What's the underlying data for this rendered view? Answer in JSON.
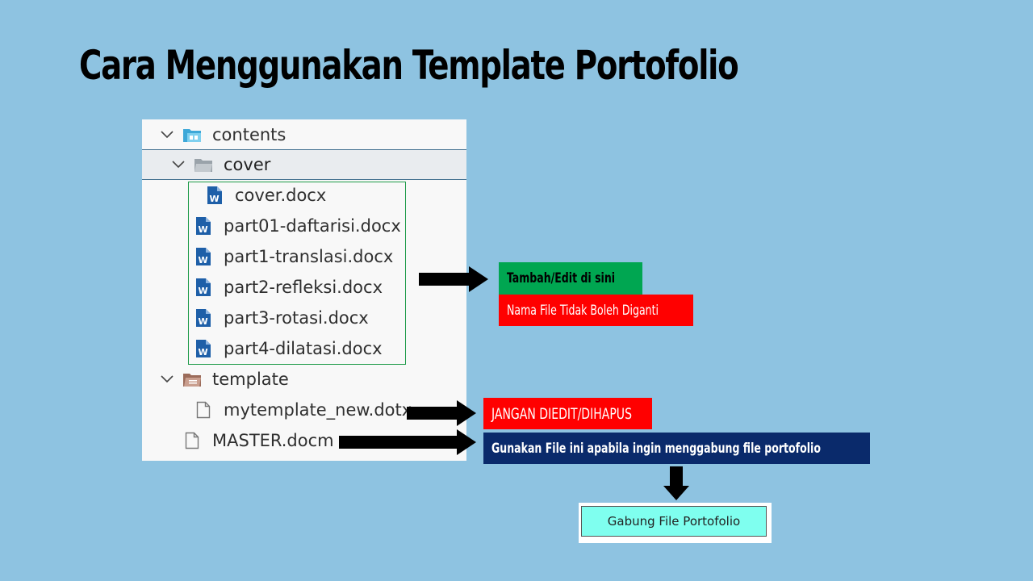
{
  "slide": {
    "title": "Cara Menggunakan Template Portofolio",
    "background_color": "#8ec3e1"
  },
  "explorer": {
    "items": [
      {
        "label": "contents",
        "icon": "folder-open-icon",
        "expanded": true
      },
      {
        "label": "cover",
        "icon": "folder-open-icon",
        "expanded": true,
        "selected": true
      },
      {
        "label": "cover.docx",
        "icon": "word-document-icon"
      },
      {
        "label": "part01-daftarisi.docx",
        "icon": "word-document-icon"
      },
      {
        "label": "part1-translasi.docx",
        "icon": "word-document-icon"
      },
      {
        "label": "part2-refleksi.docx",
        "icon": "word-document-icon"
      },
      {
        "label": "part3-rotasi.docx",
        "icon": "word-document-icon"
      },
      {
        "label": "part4-dilatasi.docx",
        "icon": "word-document-icon"
      },
      {
        "label": "template",
        "icon": "folder-open-icon",
        "expanded": true
      },
      {
        "label": "mytemplate_new.dotx",
        "icon": "file-icon"
      },
      {
        "label": "MASTER.docm",
        "icon": "file-icon"
      }
    ]
  },
  "annotations": {
    "edit_here": "Tambah/Edit  di sini",
    "no_rename": "Nama File Tidak Boleh Diganti",
    "do_not_edit": "JANGAN DIEDIT/DIHAPUS",
    "use_to_merge": "Gunakan File ini apabila ingin menggabung file portofolio"
  },
  "merge_button": {
    "label": "Gabung File Portofolio"
  },
  "colors": {
    "green_tag": "#00a651",
    "red_tag": "#ff0000",
    "navy_tag": "#0a2a6b",
    "button": "#7fffef",
    "word_blue": "#1e5fa8"
  }
}
